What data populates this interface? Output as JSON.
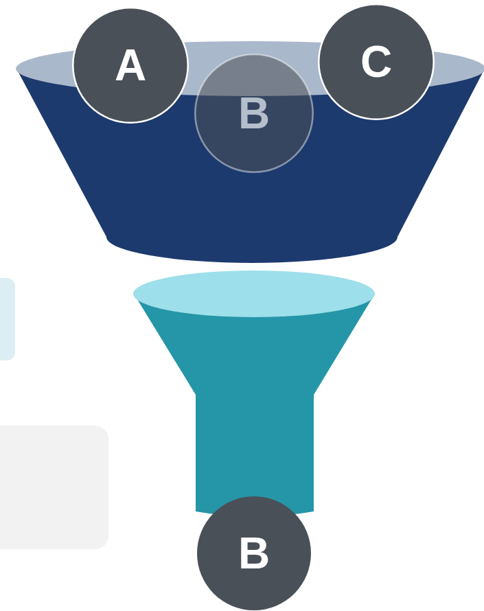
{
  "diagram": {
    "nodes": [
      {
        "text": [
          "A"
        ]
      },
      {
        "text": [
          "B"
        ]
      },
      {
        "text": [
          "C"
        ]
      },
      {
        "text": [
          "B"
        ]
      }
    ]
  }
}
